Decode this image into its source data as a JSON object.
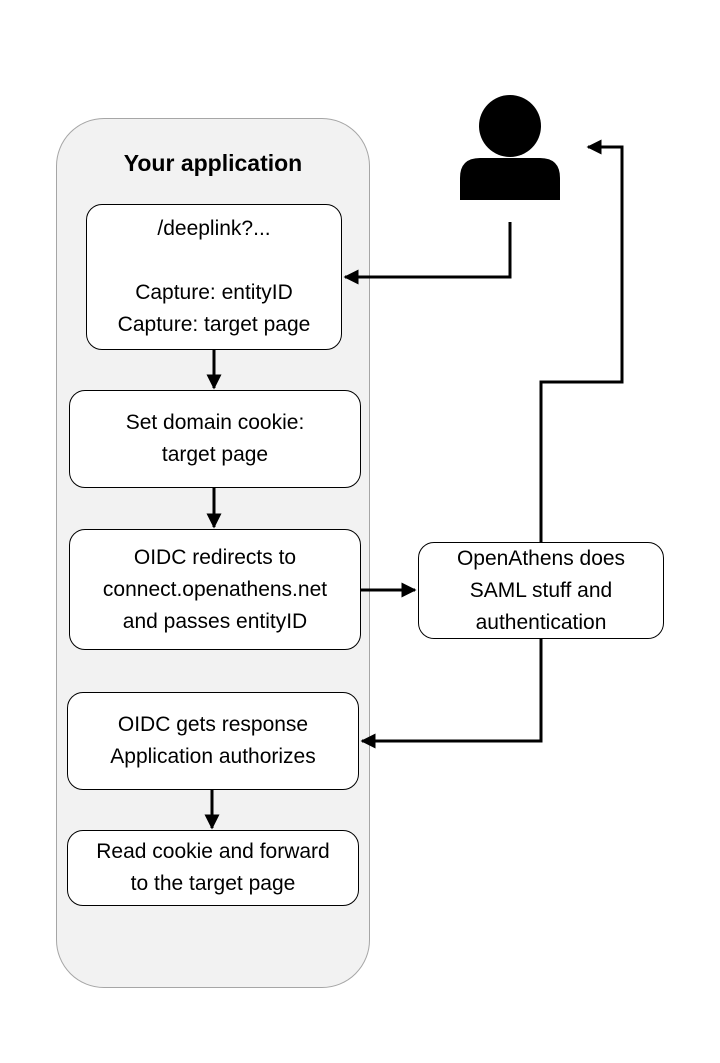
{
  "container": {
    "title": "Your application"
  },
  "boxes": {
    "deeplink": {
      "line1": "/deeplink?...",
      "line2": "Capture: entityID",
      "line3": "Capture: target page"
    },
    "cookie": {
      "line1": "Set domain cookie:",
      "line2": "target page"
    },
    "oidc_redirect": {
      "line1": "OIDC redirects to",
      "line2": "connect.openathens.net",
      "line3": "and passes entityID"
    },
    "openathens": {
      "line1": "OpenAthens does",
      "line2": "SAML stuff and",
      "line3": "authentication"
    },
    "oidc_response": {
      "line1": "OIDC gets response",
      "line2": "Application authorizes"
    },
    "read_cookie": {
      "line1": "Read cookie and forward",
      "line2": "to the target page"
    }
  },
  "icons": {
    "user": "user-icon"
  }
}
